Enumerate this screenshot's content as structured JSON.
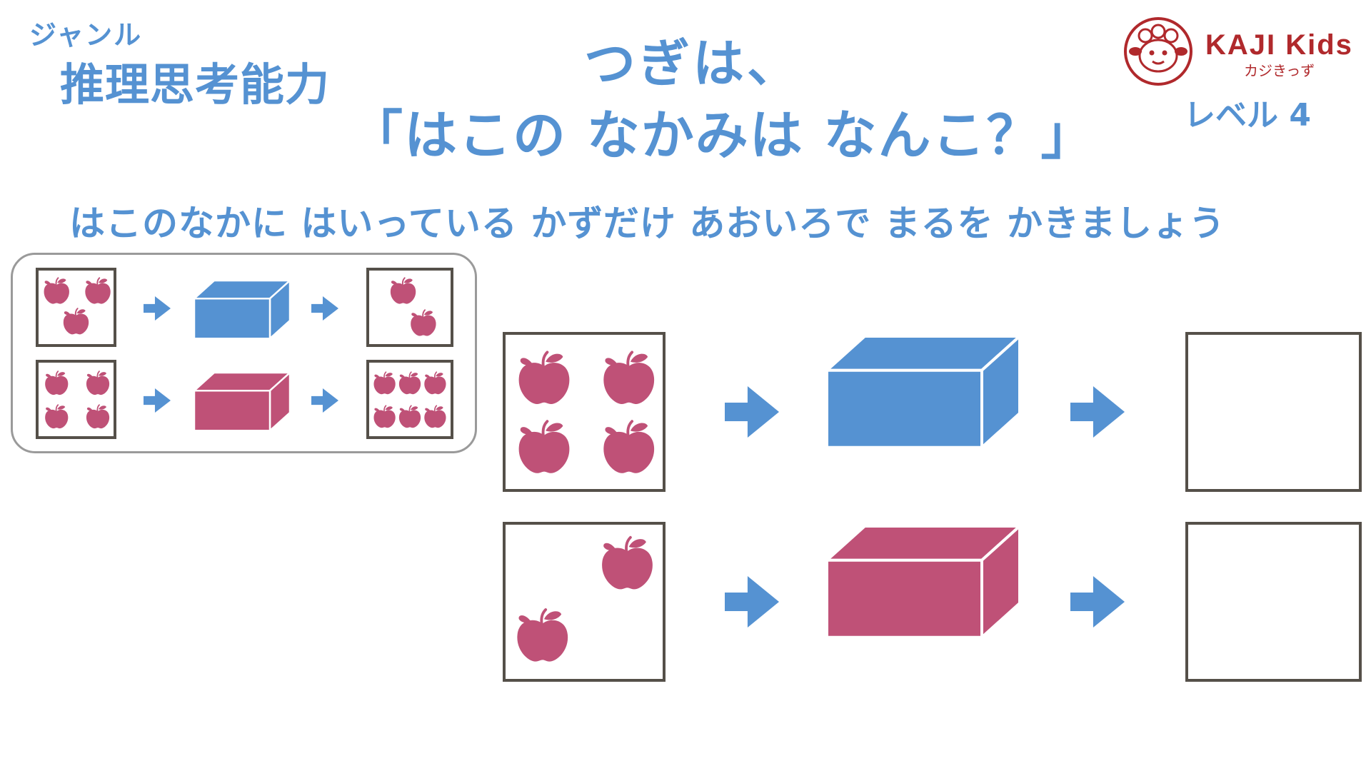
{
  "header": {
    "genre_label": "ジャンル",
    "genre_name": "推理思考能力",
    "title_line1": "つぎは、",
    "title_line2": "「はこの なかみは なんこ？」",
    "level": "レベル 4"
  },
  "brand": {
    "name": "KAJI Kids",
    "sub": "カジきっず",
    "color": "#b0292c"
  },
  "instruction": "はこのなかに はいっている かずだけ あおいろで まるを かきましょう",
  "colors": {
    "text_blue": "#5592d2",
    "box_blue": "#5592d2",
    "box_pink": "#bf5177",
    "apple": "#bf5177",
    "frame": "#555049"
  },
  "example": {
    "rows": [
      {
        "box_color": "blue",
        "input_apples": 3,
        "output_apples": 2
      },
      {
        "box_color": "pink",
        "input_apples": 4,
        "output_apples": 6
      }
    ]
  },
  "question": {
    "rows": [
      {
        "box_color": "blue",
        "input_apples": 4,
        "output_apples": null
      },
      {
        "box_color": "pink",
        "input_apples": 2,
        "output_apples": null
      }
    ]
  }
}
